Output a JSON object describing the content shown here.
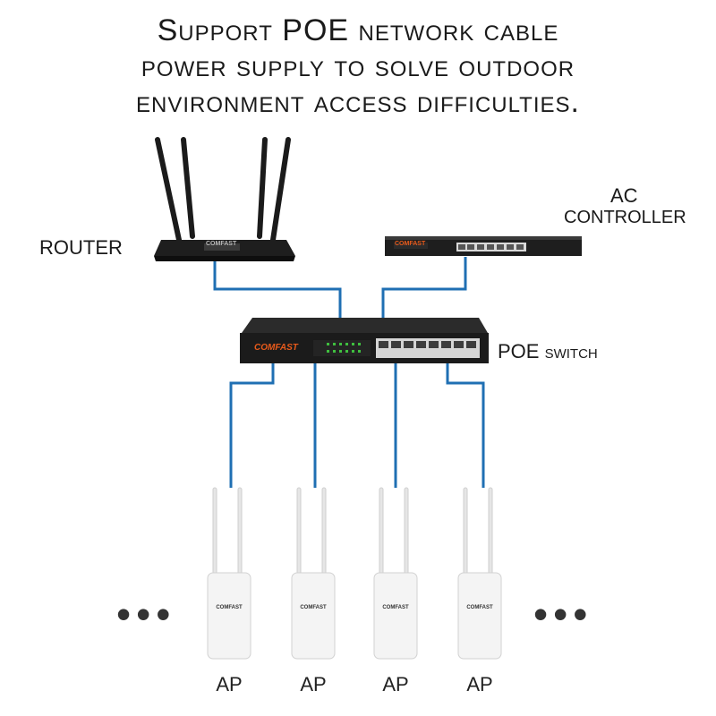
{
  "headline": {
    "line1": "Support POE network cable",
    "line2": "power supply to solve outdoor",
    "line3": "environment access difficulties."
  },
  "labels": {
    "router": "ROUTER",
    "ac_line1": "AC",
    "ac_line2": "CONTROLLER",
    "poe_switch": "POE switch",
    "ap": "AP"
  },
  "brand": "COMFAST",
  "ellipsis": "•••",
  "colors": {
    "cable": "#1f6fb3",
    "device_dark": "#1e1e1e",
    "ap_white": "#f4f4f4",
    "brand_orange": "#e85a1b"
  }
}
